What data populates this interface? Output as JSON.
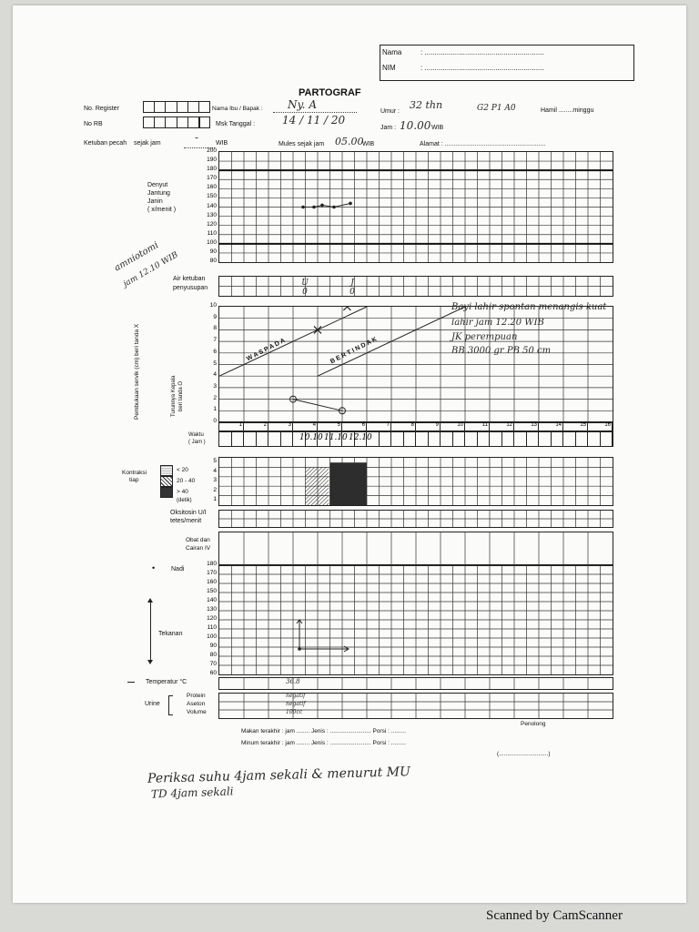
{
  "header": {
    "nama_label": "Nama",
    "nim_label": "NIM",
    "nama_dots": ": ...........................................................",
    "nim_dots": ": ...........................................................",
    "title": "PARTOGRAF"
  },
  "patient": {
    "no_register_label": "No. Register",
    "no_rb_label": "No RB",
    "nama_ibu_label": "Nama Ibu / Bapak :",
    "nama_ibu_value": "Ny. A",
    "msk_tanggal_label": "Msk Tanggal :",
    "msk_tanggal_value": "14 / 11 / 20",
    "umur_label": "Umur :",
    "umur_value": "32 thn",
    "gpa_value": "G2 P1 A0",
    "hamil_label": "Hamil ........minggu",
    "jam_label": "Jam :",
    "jam_value": "10.00",
    "wib": "WIB",
    "ketuban_label": "Ketuban pecah",
    "sejak_jam_label": "sejak jam",
    "sejak_jam_value": "-",
    "mules_label": "Mules sejak jam",
    "mules_value": "05.00",
    "alamat_label": "Alamat : ........................................................."
  },
  "djj": {
    "label_lines": [
      "Denyut",
      "Jantung",
      "Janin",
      "(    x/menit )"
    ],
    "ticks": [
      200,
      190,
      180,
      170,
      160,
      150,
      140,
      130,
      120,
      110,
      100,
      90,
      80
    ],
    "readings": [
      140,
      140,
      142,
      140,
      144
    ]
  },
  "ketuban": {
    "label_lines": [
      "Air ketuban",
      "penyusupan"
    ],
    "marks": [
      "U",
      "0",
      "J",
      "0"
    ],
    "annotation_lines": [
      "amniotomi",
      "jam 12.10 WIB"
    ]
  },
  "cervix": {
    "side_label": "Pembukaan servik (cm) beri tanda X",
    "kepala_label_lines": [
      "Turunnya Kepala",
      "beri tanda O"
    ],
    "ticks": [
      10,
      9,
      8,
      7,
      6,
      5,
      4,
      3,
      2,
      1,
      0
    ],
    "waspada": "W A S P A D A",
    "bertindak": "B E R T I N D A K",
    "hours": [
      1,
      2,
      3,
      4,
      5,
      6,
      7,
      8,
      9,
      10,
      11,
      12,
      13,
      14,
      15,
      16
    ],
    "waktu_label_lines": [
      "Waktu",
      "( Jam )"
    ],
    "time_marks": [
      "10.10",
      "11.10",
      "12.10"
    ],
    "dilation_points": [
      {
        "x": 4,
        "y": 8
      },
      {
        "x": 5.2,
        "y": 10
      }
    ],
    "descent_points": [
      {
        "x": 3,
        "y": 2
      },
      {
        "x": 5,
        "y": 1
      }
    ],
    "birth_note": [
      "Bayi lahir spontan menangis kuat",
      "lahir jam 12.20 WIB",
      "JK perempuan",
      "BB 3000 gr PB 50 cm"
    ]
  },
  "kontraksi": {
    "label_lines": [
      "Kontraksi",
      "tiap"
    ],
    "legend": [
      "< 20",
      "20 - 40",
      "> 40",
      "(detik)"
    ],
    "ticks": [
      5,
      4,
      3,
      2,
      1
    ]
  },
  "oksitosin": {
    "label_lines": [
      "Oksitosin U/I",
      "tetes/menit"
    ]
  },
  "obat": {
    "label_lines": [
      "Obat  dan",
      "Cairan  IV"
    ]
  },
  "nadi": {
    "nadi_label": "Nadi",
    "bullet": "•",
    "tekanan_label": "Tekanan",
    "ticks": [
      180,
      170,
      160,
      150,
      140,
      130,
      120,
      110,
      100,
      90,
      80,
      70,
      60
    ]
  },
  "temperatur": {
    "label": "Temperatur  °C",
    "value": "36.8"
  },
  "urine": {
    "label": "Urine",
    "rows": [
      "Protein",
      "Aseton",
      "Volume"
    ],
    "values": [
      "negatif",
      "negatif",
      "100cc"
    ]
  },
  "bottom": {
    "makan_label": "Makan terakhir :  jam ........  Jenis : .........................  Porsi : .........",
    "minum_label": "Minum terakhir :  jam ........  Jenis : .........................  Porsi : .........",
    "penolong_label": "Penolong",
    "signature_dots": "(..............................)"
  },
  "notes": {
    "line1": "Periksa suhu 4jam sekali  & menurut MU",
    "line2": "TD  4jam sekali"
  },
  "footer": "Scanned by CamScanner"
}
